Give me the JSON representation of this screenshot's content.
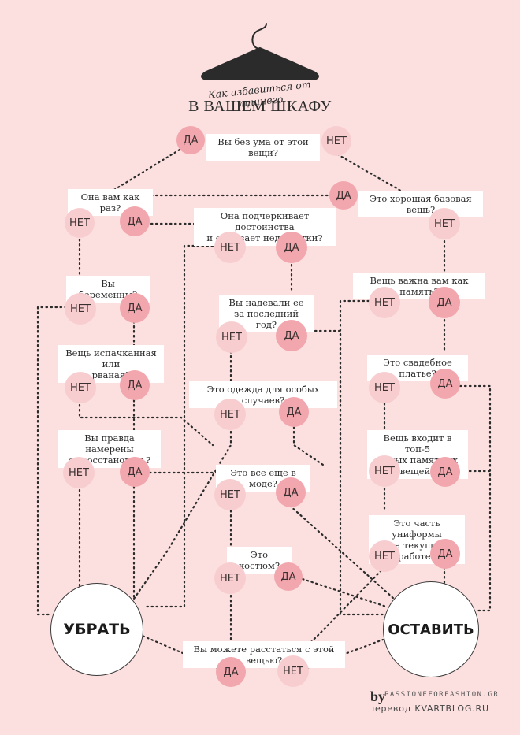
{
  "header": {
    "subtitle": "Как избавиться от лишнего",
    "title": "В ВАШЕМ ШКАФУ"
  },
  "questions": {
    "q1": "Вы без ума от этой вещи?",
    "q2": "Она вам как раз?",
    "q3": "Это хорошая базовая вещь?",
    "q4": "Она подчеркивает достоинства\nи скрывает недостатки?",
    "q5": "Вы беременны?",
    "q6": "Вещь важна вам как память?",
    "q7": "Вы надевали ее\nза последний год?",
    "q8": "Вещь испачканная или\nрваная?",
    "q9": "Это свадебное платье?",
    "q10": "Это одежда для особых случаев?",
    "q11": "Вы правда намерены\nее восстановить?",
    "q12": "Вещь входит в топ-5\nсамых памятных вещей?",
    "q13": "Это все еще в моде?",
    "q14": "Это часть униформы\nна текущей работе?",
    "q15": "Это костюм?",
    "q16": "Вы можете расстаться с этой вещью?"
  },
  "answers": {
    "yes": "ДА",
    "no": "НЕТ"
  },
  "outcomes": {
    "discard": "УБРАТЬ",
    "keep": "ОСТАВИТЬ"
  },
  "credits": {
    "by": "by",
    "source": "PASSIONEFORFASHION.GR",
    "translation": "перевод KVARTBLOG.RU"
  },
  "colors": {
    "background": "#fce0df",
    "yes_circle": "#f2a6ad",
    "no_circle": "#f8cdd0"
  }
}
